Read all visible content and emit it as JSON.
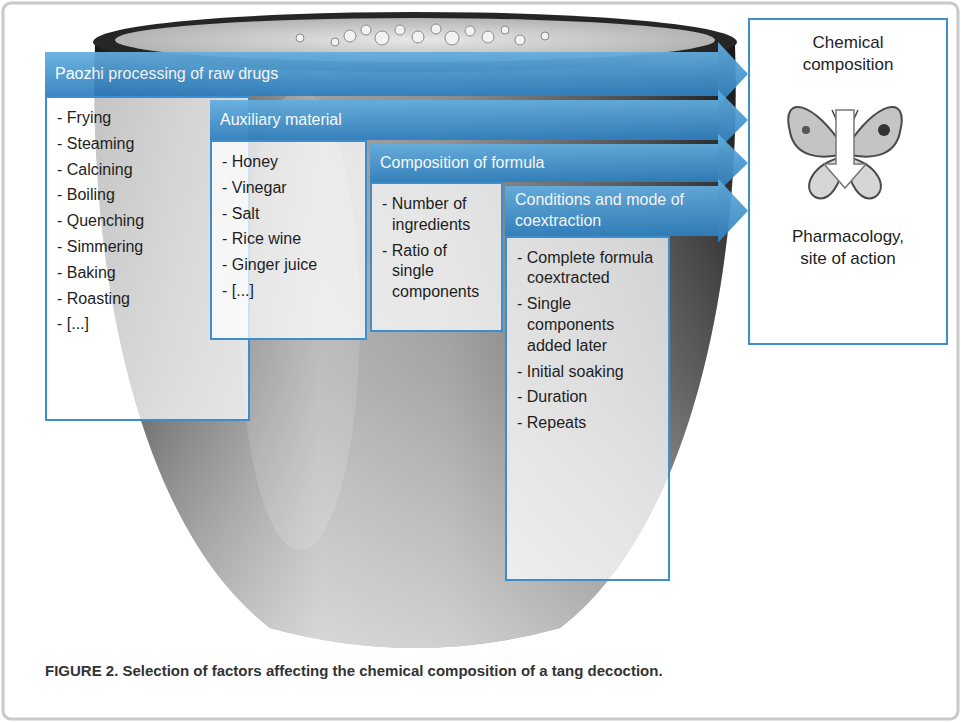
{
  "diagram": {
    "caption": "FIGURE 2. Selection of factors affecting the chemical composition of a tang decoction.",
    "nodes": [
      {
        "text": [
          "Paozhi processing of raw drugs",
          "- Frying",
          "- Steaming",
          "- Calcining",
          "- Boiling",
          "- Quenching",
          "- Simmering",
          "- Baking",
          "- Roasting",
          "- [...]"
        ]
      },
      {
        "text": [
          "Auxiliary material",
          "- Honey",
          "- Vinegar",
          "- Salt",
          "- Rice wine",
          "- Ginger juice",
          "- [...]"
        ]
      },
      {
        "text": [
          "Composition of formula",
          "- Number of ingredients",
          "- Ratio of single components"
        ]
      },
      {
        "text": [
          "Conditions and mode of coextraction",
          "- Complete formula coextracted",
          "- Single components added later",
          "- Initial soaking",
          "- Duration",
          "- Repeats"
        ]
      },
      {
        "text": [
          "Chemical composition",
          "Pharmacology, site of action"
        ]
      }
    ],
    "edges": [
      {
        "from": 0,
        "to": 4,
        "arrow": "to"
      },
      {
        "from": 1,
        "to": 4,
        "arrow": "to"
      },
      {
        "from": 2,
        "to": 4,
        "arrow": "to"
      },
      {
        "from": 3,
        "to": 4,
        "arrow": "to"
      }
    ]
  }
}
